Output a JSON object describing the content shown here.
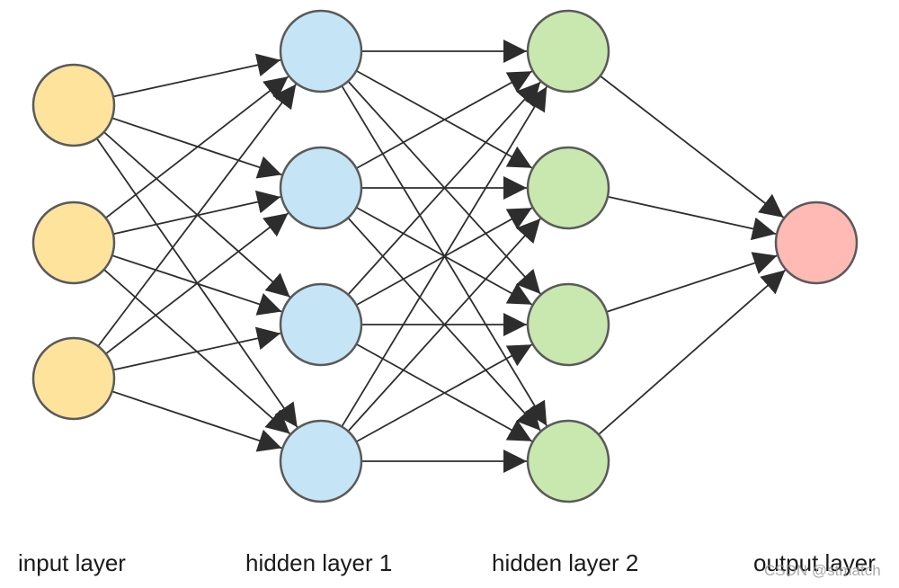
{
  "layers": [
    {
      "id": "input",
      "label": "input layer",
      "count": 3,
      "fill": "#fde39c"
    },
    {
      "id": "hidden1",
      "label": "hidden layer 1",
      "count": 4,
      "fill": "#c5e5f7"
    },
    {
      "id": "hidden2",
      "label": "hidden layer 2",
      "count": 4,
      "fill": "#c8e8b0"
    },
    {
      "id": "output",
      "label": "output layer",
      "count": 1,
      "fill": "#ffbab5"
    }
  ],
  "colors": {
    "node_stroke": "#5a5a5a",
    "edge": "#2d2d2d",
    "arrowhead": "#2d2d2d"
  },
  "connectivity": "fully-connected",
  "watermark": "CSDN @stmatch"
}
